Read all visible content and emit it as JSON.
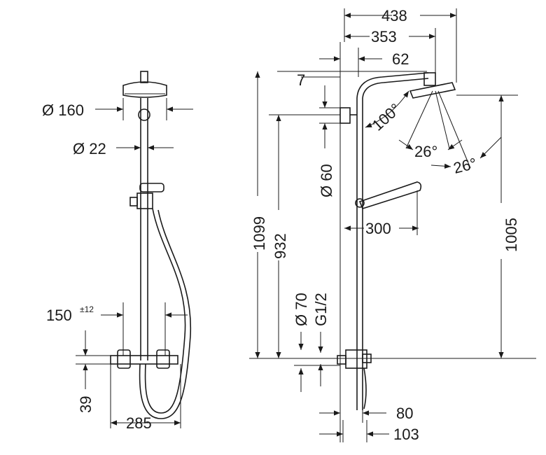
{
  "front_view": {
    "head_diameter": "Ø 160",
    "pipe_diameter": "Ø 22",
    "centers": "150",
    "centers_tolerance": "±12",
    "thermostat_height": "39",
    "thermostat_width": "285"
  },
  "side_view": {
    "total_projection": "438",
    "head_projection": "353",
    "pipe_to_wall": "62",
    "bracket_offset": "7",
    "bracket_diameter": "Ø 60",
    "head_tilt": "100°",
    "head_angle_1": "26°",
    "head_angle_2": "26°",
    "hand_shower_reach": "300",
    "height_total": "1099",
    "height_bracket": "932",
    "height_head": "1005",
    "connection_diameter": "Ø 70",
    "thread": "G1/2",
    "depth_small": "80",
    "depth_large": "103"
  }
}
